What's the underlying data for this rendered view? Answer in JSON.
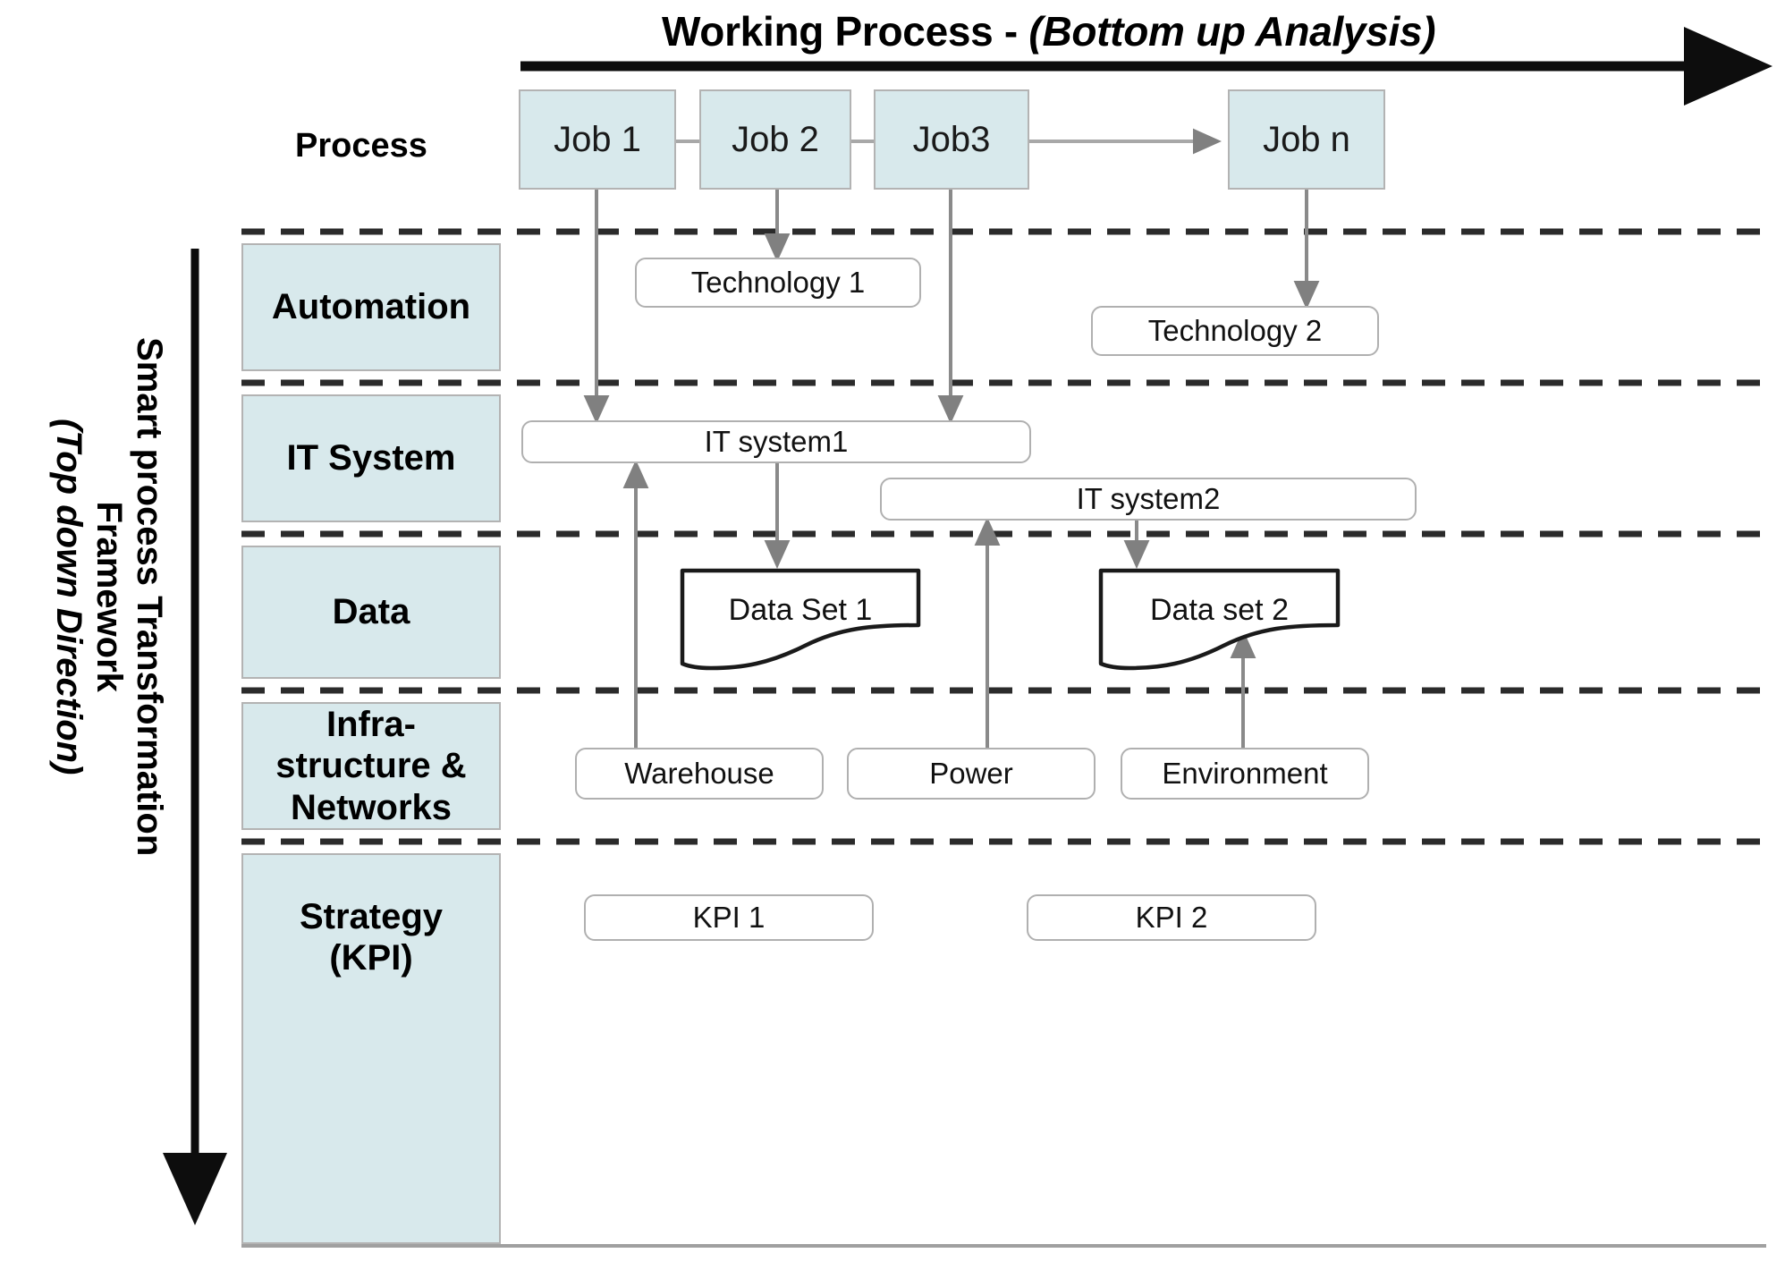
{
  "title": {
    "plain": "Working Process - ",
    "italic": "(Bottom up Analysis)"
  },
  "side_caption": {
    "line1": "Smart process Transformation",
    "line2": "Framework",
    "line3": "(Top down Direction)"
  },
  "row_label": {
    "process": "Process"
  },
  "layers": [
    {
      "id": "automation",
      "label": "Automation"
    },
    {
      "id": "it-system",
      "label": "IT System"
    },
    {
      "id": "data",
      "label": "Data"
    },
    {
      "id": "infrastructure",
      "label": "Infra-\nstructure &\nNetworks"
    },
    {
      "id": "strategy",
      "label": "Strategy\n(KPI)"
    }
  ],
  "jobs": [
    {
      "id": "job-1",
      "label": "Job 1"
    },
    {
      "id": "job-2",
      "label": "Job 2"
    },
    {
      "id": "job-3",
      "label": "Job3"
    },
    {
      "id": "job-n",
      "label": "Job n"
    }
  ],
  "automation_nodes": [
    {
      "id": "technology-1",
      "label": "Technology 1"
    },
    {
      "id": "technology-2",
      "label": "Technology 2"
    }
  ],
  "it_system_nodes": [
    {
      "id": "it-system-1",
      "label": "IT system1"
    },
    {
      "id": "it-system-2",
      "label": "IT system2"
    }
  ],
  "data_nodes": [
    {
      "id": "data-set-1",
      "label": "Data Set  1"
    },
    {
      "id": "data-set-2",
      "label": "Data set 2"
    }
  ],
  "infrastructure_nodes": [
    {
      "id": "warehouse",
      "label": "Warehouse"
    },
    {
      "id": "power",
      "label": "Power"
    },
    {
      "id": "environment",
      "label": "Environment"
    }
  ],
  "strategy_nodes": [
    {
      "id": "kpi-1",
      "label": "KPI 1"
    },
    {
      "id": "kpi-2",
      "label": "KPI 2"
    }
  ],
  "colors": {
    "box_fill": "#d8e9ec",
    "box_border": "#b3b3b3",
    "connector": "#808080",
    "divider": "#2b2b2b",
    "shape_outline": "#1a1a1a"
  }
}
